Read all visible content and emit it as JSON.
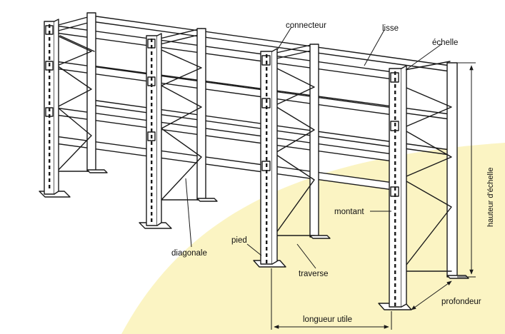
{
  "diagram": {
    "labels": {
      "connecteur": "connecteur",
      "lisse": "lisse",
      "echelle": "échelle",
      "hauteur": "hauteur d'échelle",
      "montant": "montant",
      "pied": "pied",
      "diagonale": "diagonale",
      "traverse": "traverse",
      "longueur": "longueur utile",
      "profondeur": "profondeur"
    },
    "colors": {
      "floor": "#fbf4c3",
      "line": "#1a1a1a",
      "fill": "#ffffff"
    }
  }
}
